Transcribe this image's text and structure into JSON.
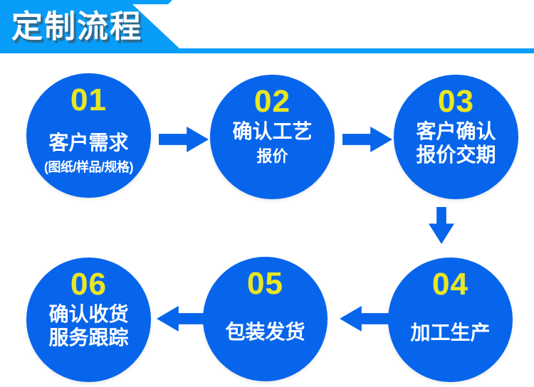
{
  "header": {
    "title": "定制流程"
  },
  "colors": {
    "sky_blue": "#089DF8",
    "flow_blue": "#0765EC",
    "number_yellow": "#E9E71E",
    "text_white": "#FFFFFF"
  },
  "steps": [
    {
      "num": "01",
      "line1": "客户需求",
      "line2": "(图纸/样品/规格)"
    },
    {
      "num": "02",
      "line1": "确认工艺",
      "line2": "报价"
    },
    {
      "num": "03",
      "line1": "客户确认",
      "line2": "报价交期"
    },
    {
      "num": "04",
      "line1": "加工生产"
    },
    {
      "num": "05",
      "line1": "包装发货"
    },
    {
      "num": "06",
      "line1": "确认收货",
      "line2": "服务跟踪"
    }
  ],
  "connectors": [
    {
      "name": "arrow-step1-to-step2",
      "direction": "right"
    },
    {
      "name": "arrow-step2-to-step3",
      "direction": "right"
    },
    {
      "name": "arrow-step3-to-step4",
      "direction": "down"
    },
    {
      "name": "arrow-step4-to-step5",
      "direction": "left"
    },
    {
      "name": "arrow-step5-to-step6",
      "direction": "left"
    }
  ]
}
